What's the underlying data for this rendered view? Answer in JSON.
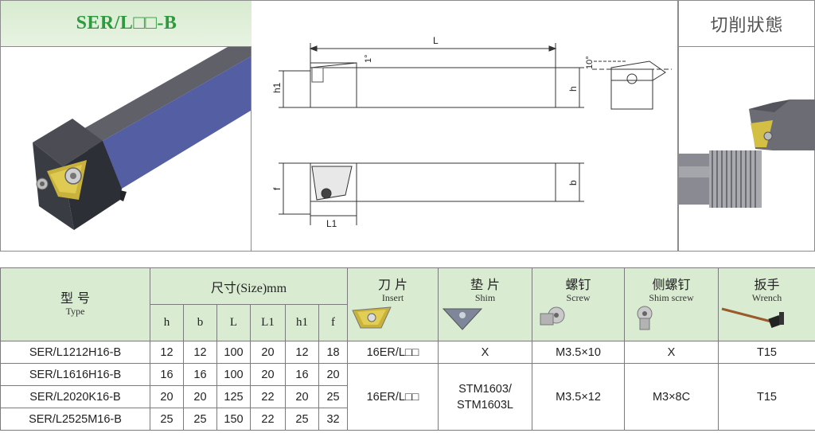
{
  "title": "SER/L□□-B",
  "cutting_state_label": "切削狀態",
  "drawing": {
    "L": "L",
    "h1": "h1",
    "h": "h",
    "angle1": "1°",
    "angle10": "10°",
    "f": "f",
    "b": "b",
    "L1": "L1"
  },
  "table": {
    "type_zh": "型  号",
    "type_en": "Type",
    "size_header": "尺寸(Size)mm",
    "dims": [
      "h",
      "b",
      "L",
      "L1",
      "h1",
      "f"
    ],
    "insert_zh": "刀  片",
    "insert_en": "Insert",
    "shim_zh": "垫  片",
    "shim_en": "Shim",
    "screw_zh": "螺钉",
    "screw_en": "Screw",
    "shim_screw_zh": "侧螺钉",
    "shim_screw_en": "Shim screw",
    "wrench_zh": "扳手",
    "wrench_en": "Wrench",
    "rows": [
      {
        "type": "SER/L1212H16-B",
        "h": "12",
        "b": "12",
        "L": "100",
        "L1": "20",
        "h1": "12",
        "f": "18"
      },
      {
        "type": "SER/L1616H16-B",
        "h": "16",
        "b": "16",
        "L": "100",
        "L1": "20",
        "h1": "16",
        "f": "20"
      },
      {
        "type": "SER/L2020K16-B",
        "h": "20",
        "b": "20",
        "L": "125",
        "L1": "22",
        "h1": "20",
        "f": "25"
      },
      {
        "type": "SER/L2525M16-B",
        "h": "25",
        "b": "25",
        "L": "150",
        "L1": "22",
        "h1": "25",
        "f": "32"
      }
    ],
    "group1": {
      "insert": "16ER/L□□",
      "shim": "X",
      "screw": "M3.5×10",
      "shim_screw": "X",
      "wrench": "T15"
    },
    "group2": {
      "insert": "16ER/L□□",
      "shim_line1": "STM1603/",
      "shim_line2": "STM1603L",
      "screw": "M3.5×12",
      "shim_screw": "M3×8C",
      "wrench": "T15"
    }
  }
}
